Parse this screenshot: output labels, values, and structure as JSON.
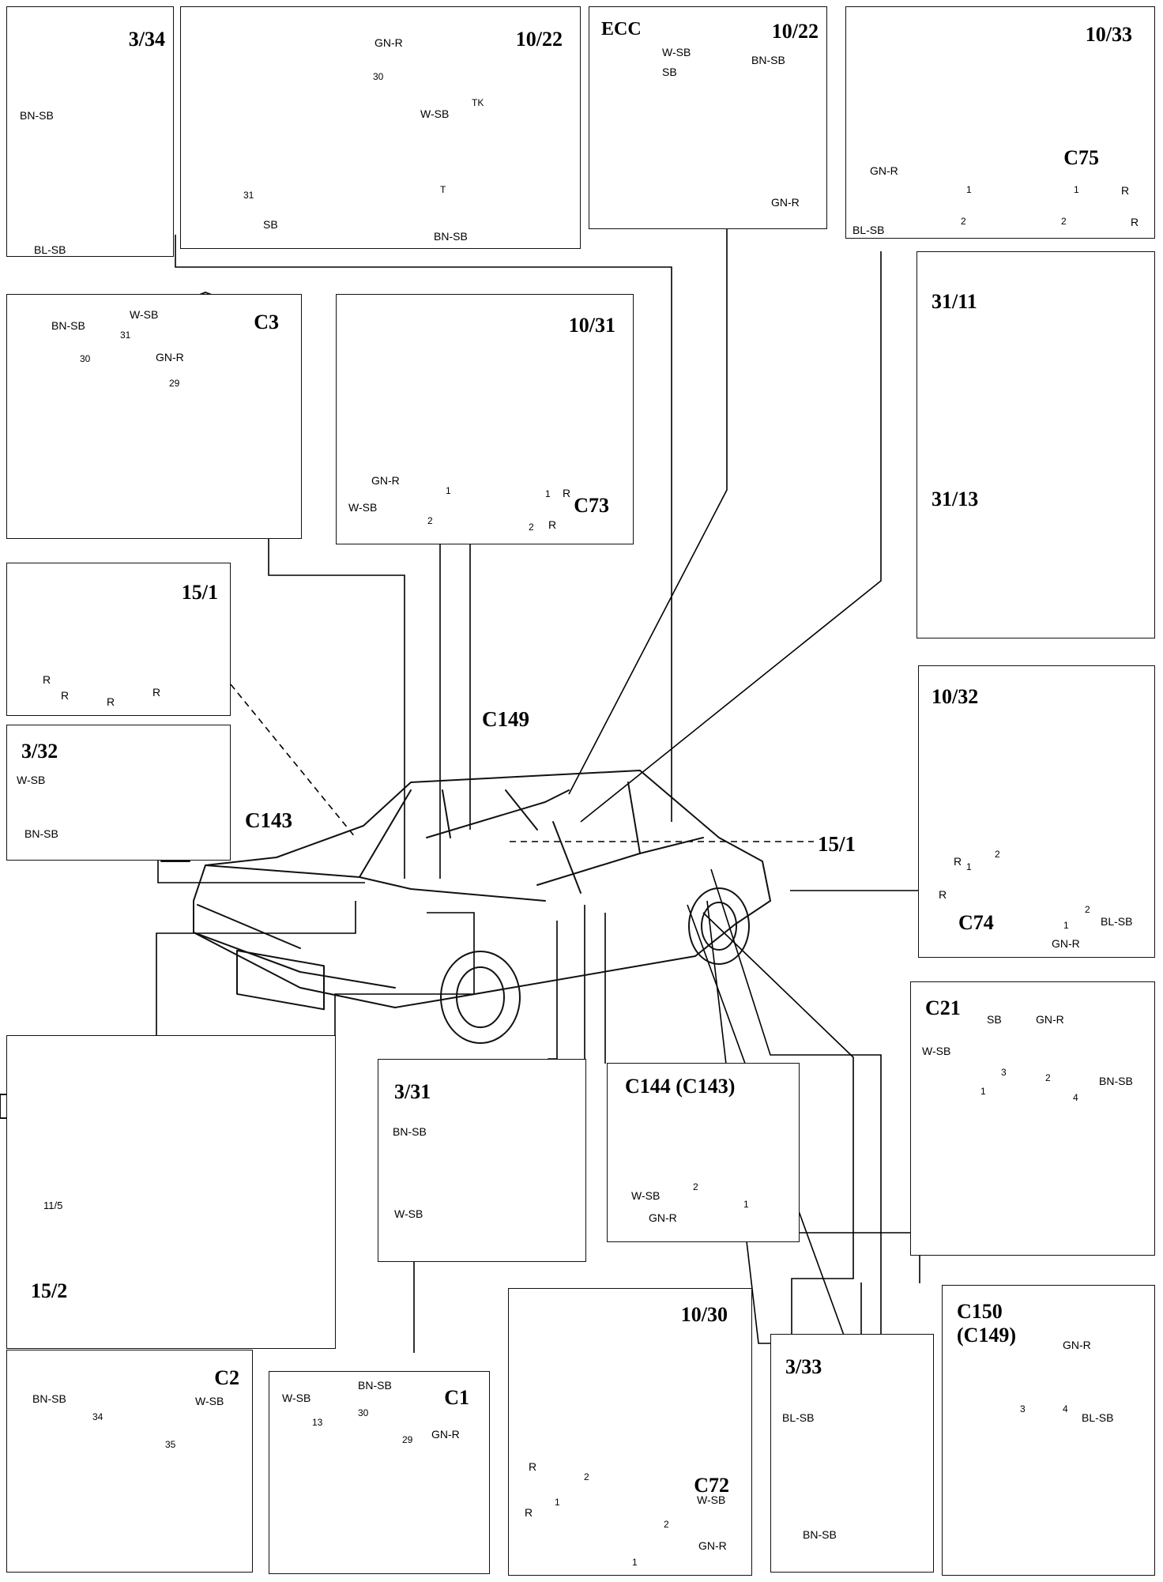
{
  "panels": {
    "p334": {
      "title": "3/34",
      "labels": [
        "BN-SB",
        "BL-SB"
      ]
    },
    "p1022a": {
      "title": "10/22",
      "labels": [
        "GN-R",
        "30",
        "W-SB",
        "TK",
        "31",
        "T",
        "SB",
        "BN-SB"
      ]
    },
    "p1022b": {
      "title": "10/22",
      "subtitle": "ECC",
      "labels": [
        "W-SB",
        "SB",
        "BN-SB",
        "GN-R"
      ]
    },
    "p1033": {
      "title": "10/33",
      "subtitle": "C75",
      "labels": [
        "GN-R",
        "1",
        "1",
        "R",
        "BL-SB",
        "2",
        "2",
        "R"
      ]
    },
    "pC3": {
      "title": "C3",
      "labels": [
        "W-SB",
        "BN-SB",
        "31",
        "30",
        "GN-R",
        "29"
      ]
    },
    "p1031": {
      "title": "10/31",
      "subtitle": "C73",
      "labels": [
        "GN-R",
        "1",
        "1",
        "R",
        "W-SB",
        "2",
        "2",
        "R"
      ]
    },
    "p3111": {
      "title": "31/11",
      "subtitle": "31/13"
    },
    "p151": {
      "title": "15/1",
      "labels": [
        "R",
        "R",
        "R",
        "R"
      ]
    },
    "p332": {
      "title": "3/32",
      "labels": [
        "W-SB",
        "BN-SB"
      ]
    },
    "p1032": {
      "title": "10/32",
      "subtitle": "C74",
      "labels": [
        "R",
        "2",
        "1",
        "R",
        "2",
        "BL-SB",
        "1",
        "GN-R"
      ]
    },
    "pC21": {
      "title": "C21",
      "labels": [
        "SB",
        "GN-R",
        "W-SB",
        "3",
        "2",
        "BN-SB",
        "1",
        "4"
      ]
    },
    "p1115": {
      "labels": [
        "11/5"
      ],
      "subtitle": "15/2"
    },
    "p331": {
      "title": "3/31",
      "labels": [
        "BN-SB",
        "W-SB"
      ]
    },
    "pC144": {
      "title": "C144 (C143)",
      "labels": [
        "2",
        "W-SB",
        "GN-R",
        "1"
      ]
    },
    "pC2": {
      "title": "C2",
      "labels": [
        "BN-SB",
        "34",
        "W-SB",
        "35"
      ]
    },
    "pC1": {
      "title": "C1",
      "labels": [
        "W-SB",
        "BN-SB",
        "13",
        "30",
        "29",
        "GN-R"
      ]
    },
    "p1030": {
      "title": "10/30",
      "subtitle": "C72",
      "labels": [
        "R",
        "2",
        "R",
        "1",
        "W-SB",
        "2",
        "GN-R",
        "1"
      ]
    },
    "p333": {
      "title": "3/33",
      "labels": [
        "BL-SB",
        "BN-SB"
      ]
    },
    "pC150": {
      "title": "C150",
      "subtitle": "(C149)",
      "labels": [
        "GN-R",
        "3",
        "4",
        "BL-SB"
      ]
    }
  },
  "free_labels": {
    "c149": "C149",
    "c143": "C143",
    "r151": "15/1"
  }
}
